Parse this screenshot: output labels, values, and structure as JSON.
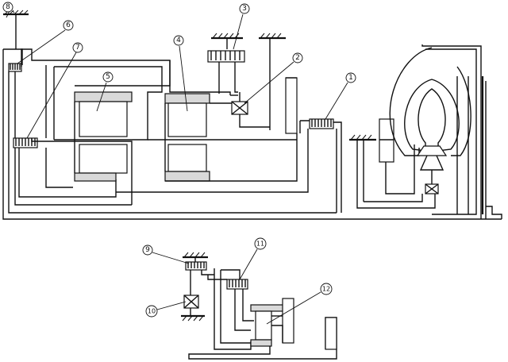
{
  "callouts": {
    "c1": "1",
    "c2": "2",
    "c3": "3",
    "c4": "4",
    "c5": "5",
    "c6": "6",
    "c7": "7",
    "c8": "8",
    "c9": "9",
    "c10": "10",
    "c11": "11",
    "c12": "12"
  },
  "colors": {
    "line": "#111111",
    "member_fill": "#d9d9d9",
    "background": "#ffffff"
  }
}
